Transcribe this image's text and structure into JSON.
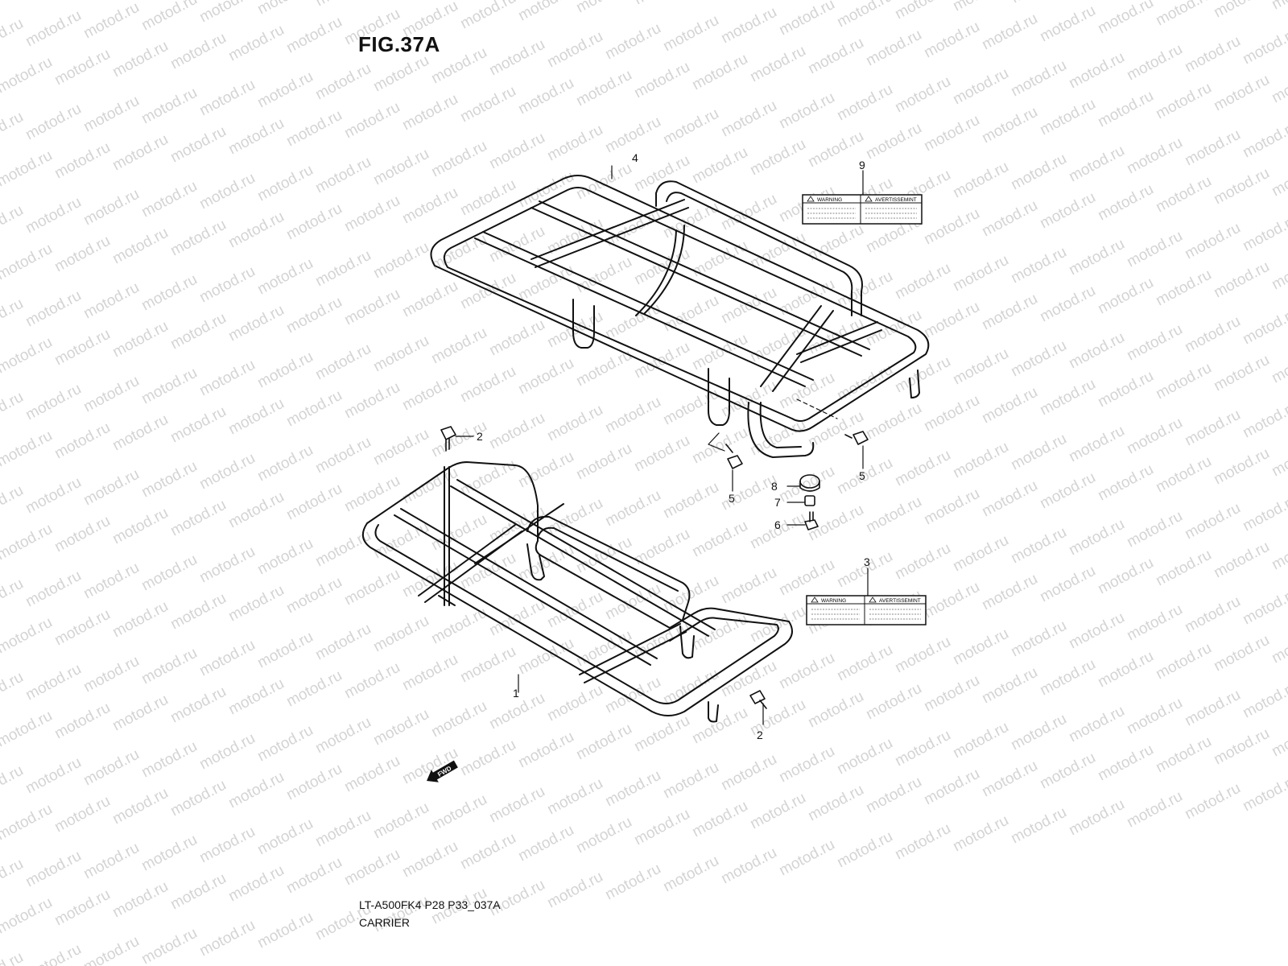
{
  "figure": {
    "title": "FIG.37A",
    "watermark": "motod.ru",
    "model_code": "LT-A500FK4 P28 P33_037A",
    "name": "CARRIER",
    "fwd_label": "FWD"
  },
  "callouts": [
    "1",
    "2",
    "3",
    "4",
    "5",
    "6",
    "7",
    "8",
    "9"
  ],
  "labels": {
    "upper": {
      "left": "WARNING",
      "right": "AVERTISSEMINT"
    },
    "lower": {
      "left": "WARNING",
      "right": "AVERTISSEMINT"
    }
  },
  "colors": {
    "line": "#111111",
    "watermark": "#d4d4d4",
    "background": "#ffffff"
  }
}
